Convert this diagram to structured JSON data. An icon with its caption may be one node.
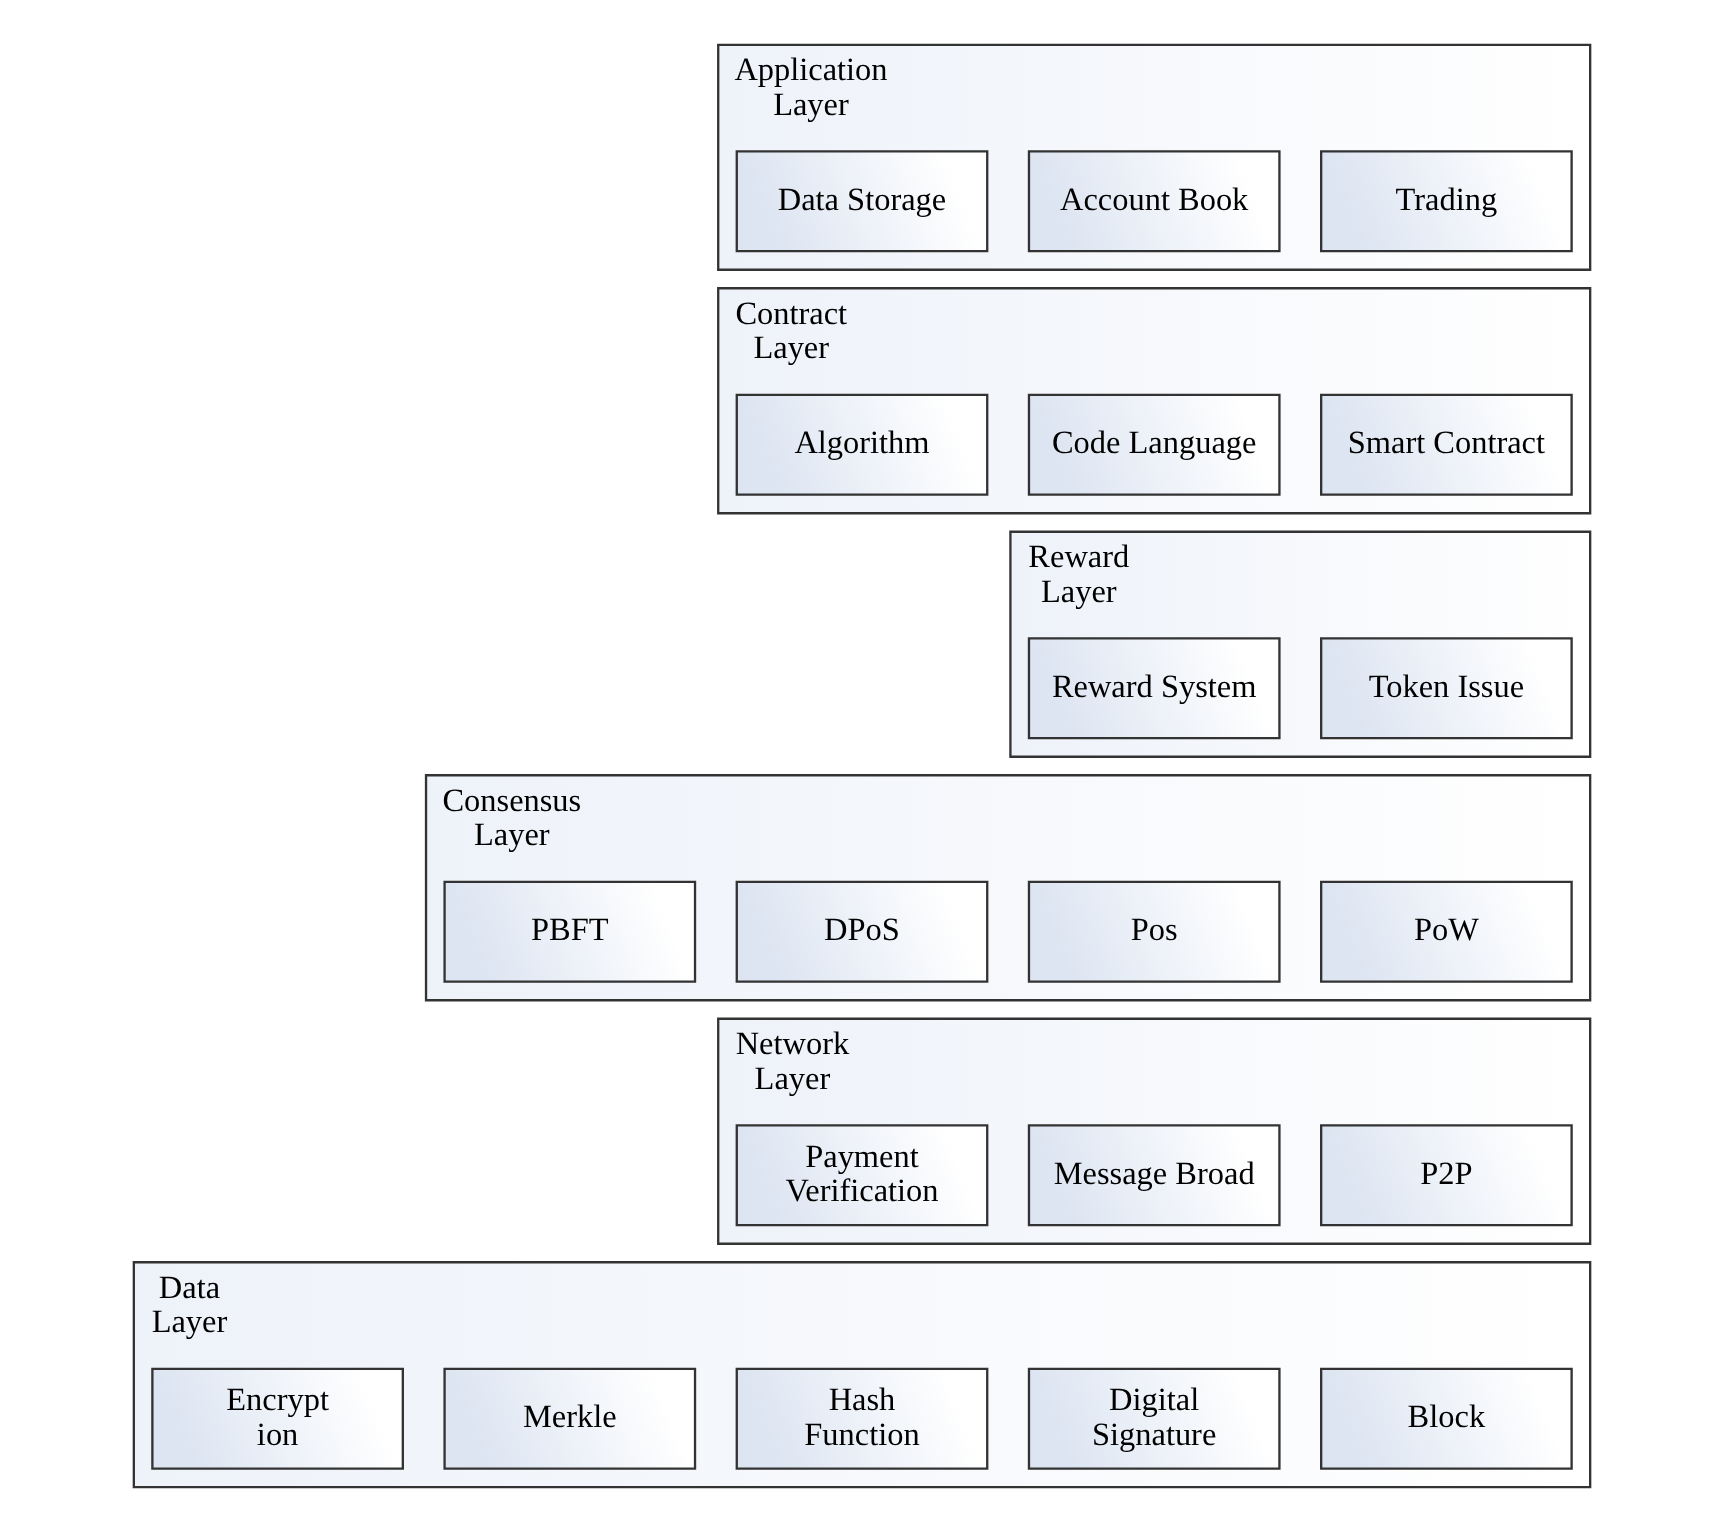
{
  "diagram": {
    "nodes": [
      {
        "text": [
          "Application Layer"
        ]
      },
      {
        "text": [
          "Trading"
        ],
        "in": 0
      },
      {
        "text": [
          "Account Book"
        ],
        "in": 0
      },
      {
        "text": [
          "Data Storage"
        ],
        "in": 0
      },
      {
        "text": [
          "Contract Layer"
        ]
      },
      {
        "text": [
          "Smart Contract"
        ],
        "in": 4
      },
      {
        "text": [
          "Code Language"
        ],
        "in": 4
      },
      {
        "text": [
          "Algorithm"
        ],
        "in": 4
      },
      {
        "text": [
          "Reward Layer"
        ]
      },
      {
        "text": [
          "Token Issue"
        ],
        "in": 8
      },
      {
        "text": [
          "Reward System"
        ],
        "in": 8
      },
      {
        "text": [
          "Consensus Layer"
        ]
      },
      {
        "text": [
          "PoW"
        ],
        "in": 11
      },
      {
        "text": [
          "Pos"
        ],
        "in": 11
      },
      {
        "text": [
          "DPoS"
        ],
        "in": 11
      },
      {
        "text": [
          "PBFT"
        ],
        "in": 11
      },
      {
        "text": [
          "Network Layer"
        ]
      },
      {
        "text": [
          "P2P"
        ],
        "in": 16
      },
      {
        "text": [
          "Message Broad"
        ],
        "in": 16
      },
      {
        "text": [
          "Payment Verification"
        ],
        "in": 16
      },
      {
        "text": [
          "Data Layer"
        ]
      },
      {
        "text": [
          "Block"
        ],
        "in": 20
      },
      {
        "text": [
          "Digital Signature"
        ],
        "in": 20
      },
      {
        "text": [
          "Hash Function"
        ],
        "in": 20
      },
      {
        "text": [
          "Merkle"
        ],
        "in": 20
      },
      {
        "text": [
          "Encrypt ion"
        ],
        "in": 20
      }
    ],
    "edges": []
  }
}
